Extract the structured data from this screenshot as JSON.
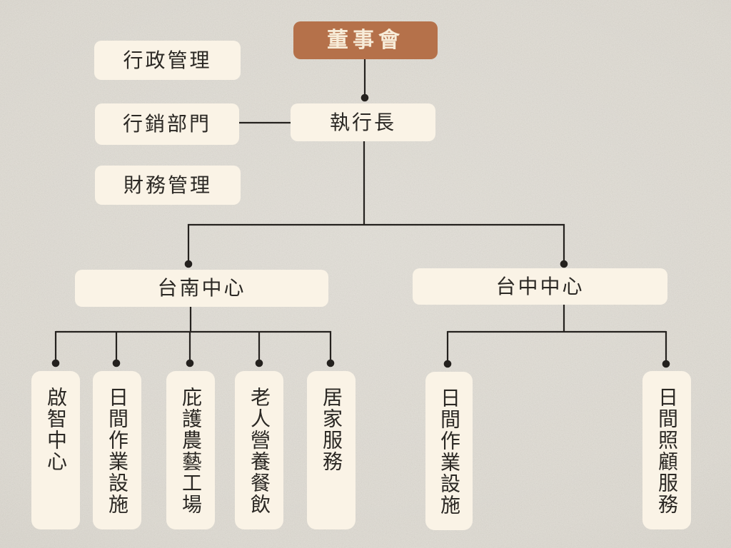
{
  "colors": {
    "background": "#d9d5cc",
    "node_fill": "#faf3e6",
    "root_fill": "#b5714a",
    "root_text": "#f7ecd8",
    "node_text": "#2b2824",
    "connector": "#24211e"
  },
  "org_chart": {
    "type": "organization-chart",
    "root": {
      "label": "董事會"
    },
    "executive": {
      "label": "執行長"
    },
    "staff_departments": [
      {
        "label": "行政管理"
      },
      {
        "label": "行銷部門"
      },
      {
        "label": "財務管理"
      }
    ],
    "centers": [
      {
        "label": "台南中心",
        "children": [
          {
            "label": "啟智中心"
          },
          {
            "label": "日間作業設施"
          },
          {
            "label": "庇護農藝工場"
          },
          {
            "label": "老人營養餐飲"
          },
          {
            "label": "居家服務"
          }
        ]
      },
      {
        "label": "台中中心",
        "children": [
          {
            "label": "日間作業設施"
          },
          {
            "label": "日間照顧服務"
          }
        ]
      }
    ]
  }
}
